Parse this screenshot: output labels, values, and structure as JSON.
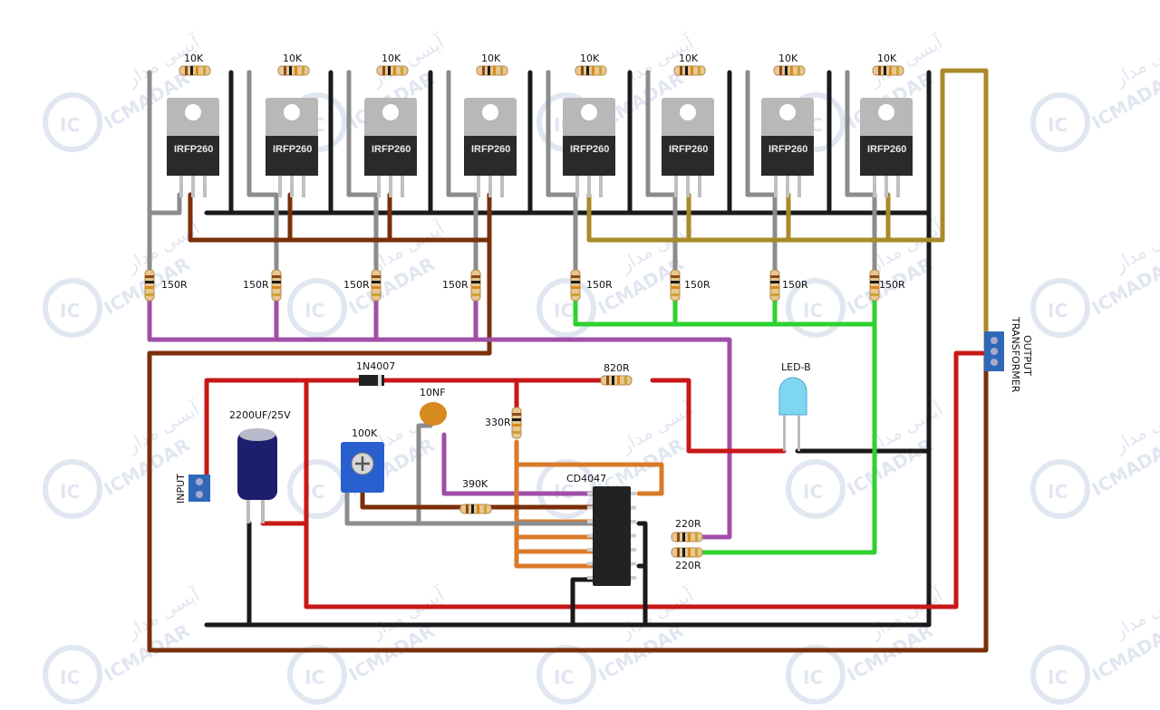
{
  "watermark": {
    "brand": "ICMADAR",
    "persian": "آیسی مدار",
    "badge": "IC"
  },
  "mosfets": {
    "part": "IRFP260",
    "gate_resistor": "10K",
    "pull_resistor": "150R"
  },
  "labels": {
    "diode": "1N4007",
    "capacitor_ceramic": "10NF",
    "resistor_820": "820R",
    "resistor_330": "330R",
    "pot": "100K",
    "resistor_390": "390K",
    "capacitor_elec": "2200UF/25V",
    "input": "INPUT",
    "ic": "CD4047",
    "led": "LED-B",
    "r220a": "220R",
    "r220b": "220R",
    "output1": "OUTPUT",
    "output2": "TRANSFORMER"
  },
  "colors": {
    "black": "#1a1a1a",
    "gray": "#8c8c8c",
    "brown": "#7a2e0a",
    "olive": "#a88a2a",
    "purple": "#a04ea8",
    "green": "#2fd12f",
    "red": "#c81818",
    "orange": "#d97a2a"
  }
}
